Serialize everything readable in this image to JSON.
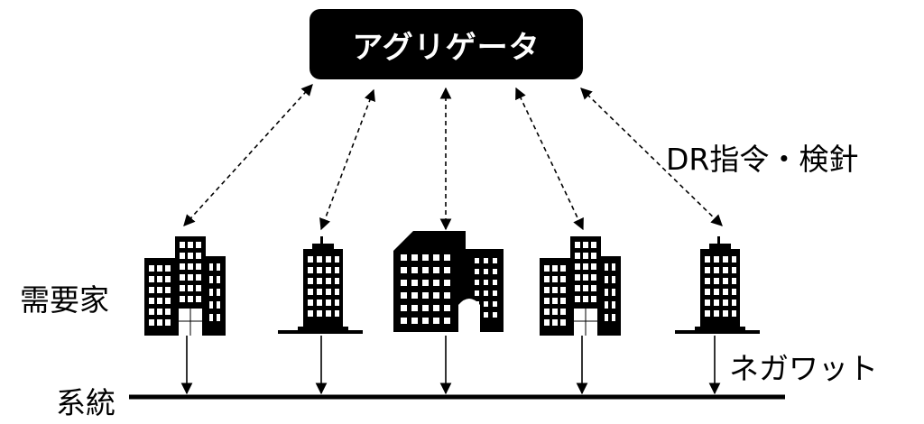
{
  "aggregator": {
    "label": "アグリゲータ"
  },
  "labels": {
    "dr_command": "DR指令・検針",
    "consumers": "需要家",
    "grid": "系統",
    "negawatt": "ネガワット"
  },
  "colors": {
    "ink": "#000000",
    "background": "#ffffff",
    "aggregator_text": "#ffffff"
  },
  "consumers": [
    {
      "icon": "office-buildings-icon"
    },
    {
      "icon": "office-tower-icon"
    },
    {
      "icon": "office-complex-icon"
    },
    {
      "icon": "office-buildings-icon"
    },
    {
      "icon": "office-tower-icon"
    }
  ]
}
